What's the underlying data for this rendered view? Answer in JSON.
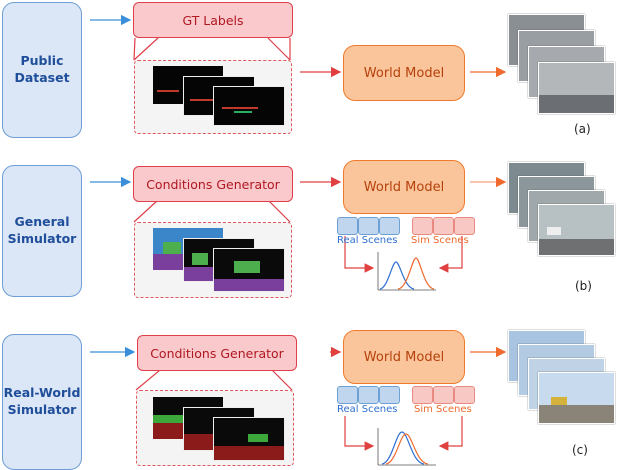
{
  "rows": [
    {
      "source": "Public\nDataset",
      "condition": "GT Labels",
      "model": "World Model",
      "label": "(a)"
    },
    {
      "source": "General\nSimulator",
      "condition": "Conditions Generator",
      "model": "World Model",
      "real_scenes": "Real Scenes",
      "sim_scenes": "Sim Scenes",
      "label": "(b)"
    },
    {
      "source": "Real-World\nSimulator",
      "condition": "Conditions Generator",
      "model": "World Model",
      "real_scenes": "Real Scenes",
      "sim_scenes": "Sim Scenes",
      "label": "(c)"
    }
  ],
  "colors": {
    "source_fill": "#dbe6f6",
    "condition_fill": "#f9c9cc",
    "model_fill": "#fbc59c",
    "real_curve": "#2e6fd1",
    "sim_curve": "#ef6a2c"
  }
}
